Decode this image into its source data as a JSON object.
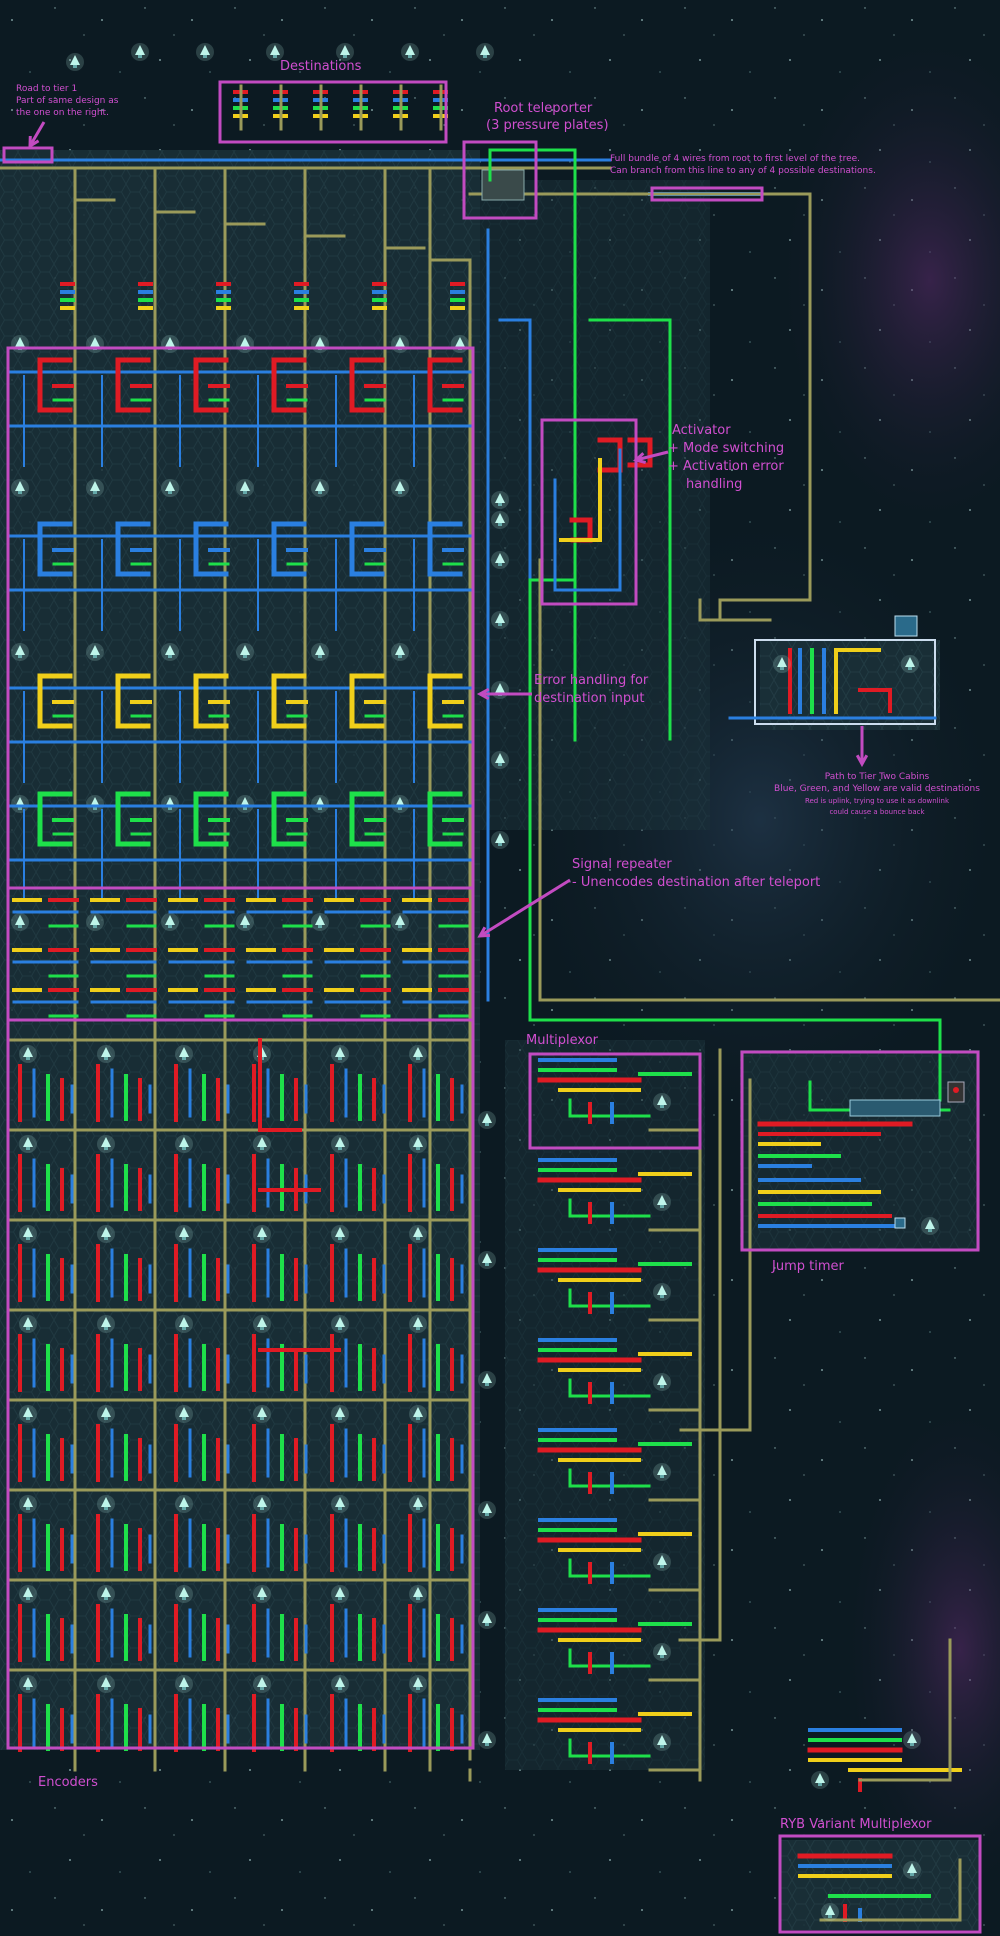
{
  "labels": {
    "destinations": "Destinations",
    "road_note_1": "Road to tier 1",
    "road_note_2": "Part of same design as",
    "road_note_3": "the one on the right.",
    "root_teleporter_1": "Root teleporter",
    "root_teleporter_2": "(3 pressure plates)",
    "bundle_note_1": "Full bundle of 4 wires from root to first level of the tree.",
    "bundle_note_2": "Can branch from this line to any of 4 possible destinations.",
    "activator_1": "Activator",
    "activator_2": "+ Mode switching",
    "activator_3": "+ Activation error",
    "activator_4": "handling",
    "error_handling_1": "Error handling for",
    "error_handling_2": "destination input",
    "path_note_1": "Path to Tier Two Cabins",
    "path_note_2": "Blue, Green, and Yellow are valid destinations",
    "path_note_3": "Red is uplink, trying to use it as downlink",
    "path_note_4": "could cause a bounce back",
    "signal_repeater_1": "Signal repeater",
    "signal_repeater_2": "- Unencodes destination after teleport",
    "multiplexor": "Multiplexor",
    "jump_timer": "Jump timer",
    "encoders": "Encoders",
    "ryb_multiplexor": "RYB Variant Multiplexor"
  },
  "colors": {
    "background": "#0c1a22",
    "annotation": "#c24bc1",
    "wire_red": "#e01b24",
    "wire_blue": "#2a7fe0",
    "wire_green": "#1ee04a",
    "wire_yellow": "#f0cf1a",
    "actuator_track": "#9a9a5a",
    "lamp": "#bff5ea"
  }
}
